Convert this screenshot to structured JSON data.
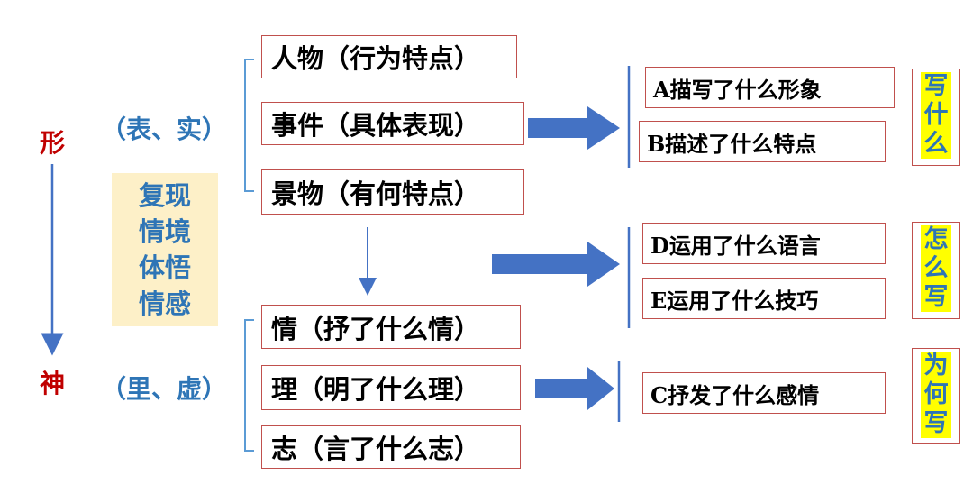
{
  "left": {
    "xing": "形",
    "shen": "神"
  },
  "middle": {
    "biao_shi": "（表、实）",
    "li_xu": "（里、虚）"
  },
  "beige": {
    "lines": [
      "复现",
      "情境",
      "体悟",
      "情感"
    ]
  },
  "top_boxes": [
    "人物（行为特点）",
    "事件（具体表现）",
    "景物（有何特点）"
  ],
  "bottom_boxes": [
    "情（抒了什么情）",
    "理（明了什么理）",
    "志（言了什么志）"
  ],
  "right_boxes": {
    "a": "A描写了什么形象",
    "b": "B描述了什么特点",
    "d": "D运用了什么语言",
    "e": "E运用了什么技巧",
    "c": "C抒发了什么感情"
  },
  "questions": {
    "what": "写什么",
    "how": "怎么写",
    "why": "为何写"
  },
  "colors": {
    "red": "#c00000",
    "blue": "#2e75b6",
    "arrow_blue": "#4472c4",
    "box_border": "#c0504d",
    "highlight": "#ffff00",
    "beige": "#fdf0c8"
  }
}
